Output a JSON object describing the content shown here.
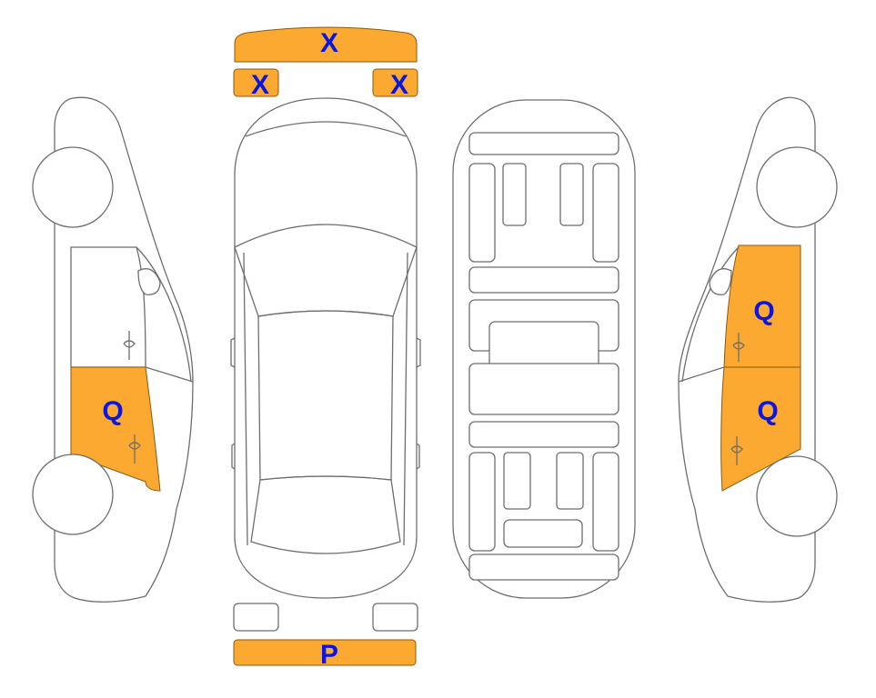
{
  "colors": {
    "damage_fill": "#FBA931",
    "code_text": "#0B16E0",
    "outline": "#6E6E6E"
  },
  "front": {
    "bumper_code": "X",
    "left_light_code": "X",
    "right_light_code": "X"
  },
  "rear": {
    "bumper_code": "P"
  },
  "left_side": {
    "rear_door_code": "Q"
  },
  "right_side": {
    "front_door_code": "Q",
    "rear_door_code": "Q"
  }
}
